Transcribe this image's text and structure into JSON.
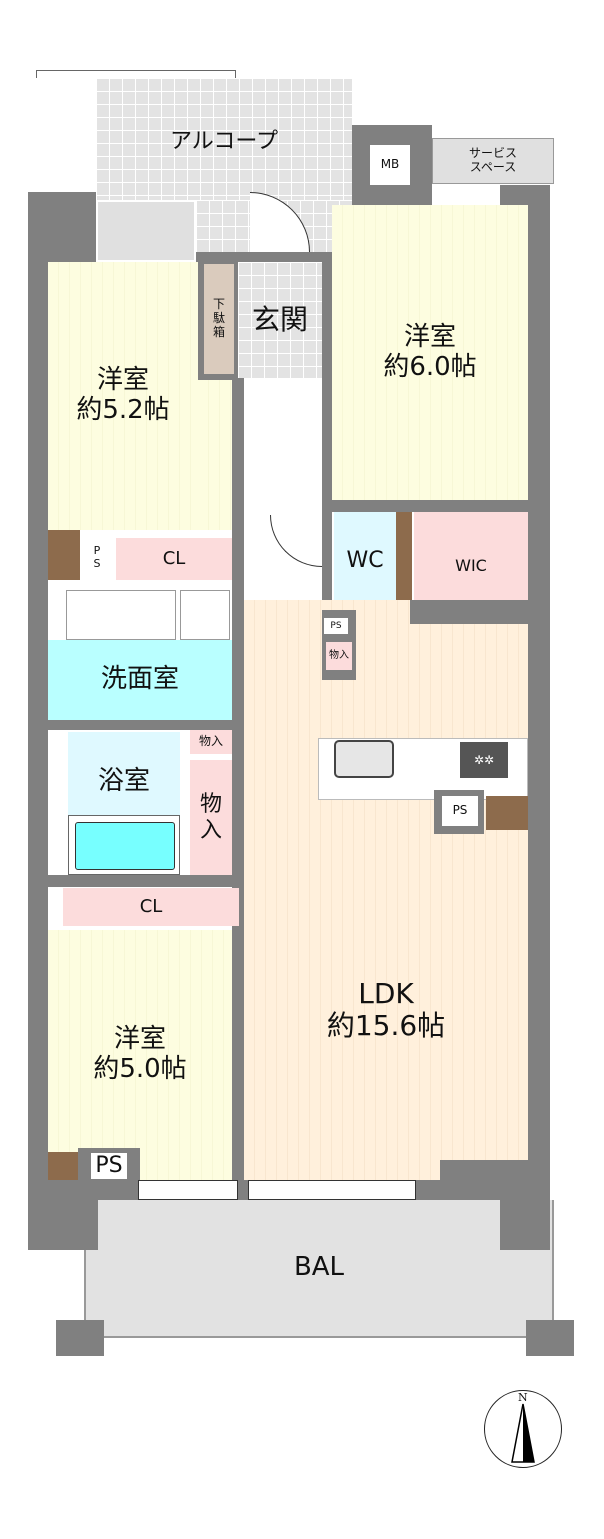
{
  "rooms": {
    "alcove": "アルコープ",
    "mb": "MB",
    "service_space": "サービス\nスペース",
    "entrance": "玄関",
    "shoe_box": "下\n駄\n箱",
    "western_room_1": {
      "name": "洋室",
      "size": "約5.2帖"
    },
    "western_room_2": {
      "name": "洋室",
      "size": "約6.0帖"
    },
    "western_room_3": {
      "name": "洋室",
      "size": "約5.0帖"
    },
    "closet_1": "CL",
    "closet_2": "CL",
    "ps_1": "P\nS",
    "ps_2": "PS",
    "ps_3": "PS",
    "ps_4": "PS",
    "wc": "WC",
    "wic": "WIC",
    "washroom": "洗面室",
    "bathroom": "浴室",
    "storage_1": "物入",
    "storage_2": "物入",
    "storage_3": "物\n入",
    "ldk": {
      "name": "LDK",
      "size": "約15.6帖"
    },
    "balcony": "BAL"
  },
  "compass": {
    "label": "N"
  }
}
